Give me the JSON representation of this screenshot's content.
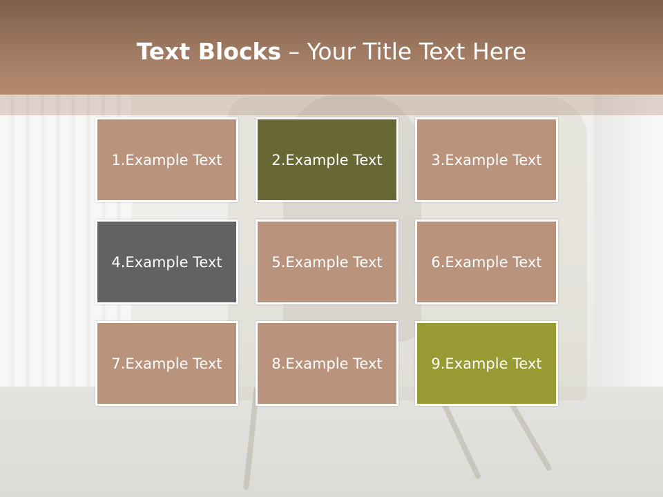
{
  "title": {
    "bold": "Text Blocks",
    "dash": " – ",
    "rest": "Your Title Text Here"
  },
  "colors": {
    "tan": "#ba937d",
    "olive_dark": "#676833",
    "gray": "#626262",
    "olive_light": "#989a33",
    "title_bar": "#a07a62"
  },
  "blocks": [
    {
      "label": "1.Example Text",
      "color": "#ba937d"
    },
    {
      "label": "2.Example Text",
      "color": "#676833"
    },
    {
      "label": "3.Example Text",
      "color": "#ba937d"
    },
    {
      "label": "4.Example Text",
      "color": "#626262"
    },
    {
      "label": "5.Example Text",
      "color": "#ba937d"
    },
    {
      "label": "6.Example Text",
      "color": "#ba937d"
    },
    {
      "label": "7.Example Text",
      "color": "#ba937d"
    },
    {
      "label": "8.Example Text",
      "color": "#ba937d"
    },
    {
      "label": "9.Example Text",
      "color": "#989a33"
    }
  ]
}
